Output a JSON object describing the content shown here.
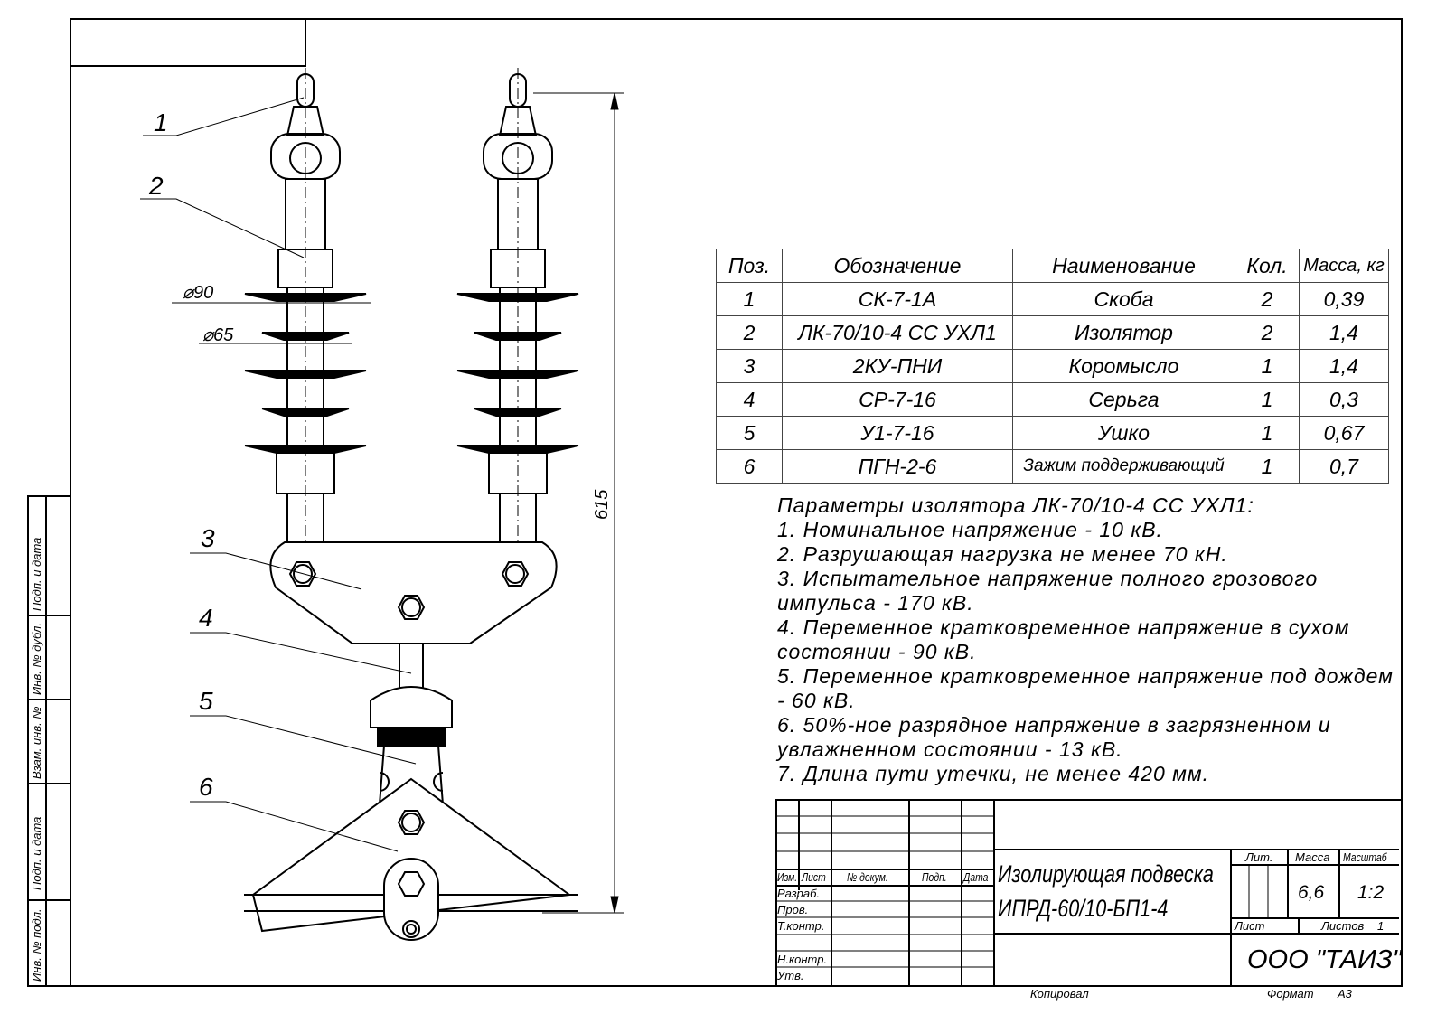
{
  "spec_table": {
    "headers": [
      "Поз.",
      "Обозначение",
      "Наименование",
      "Кол.",
      "Масса, кг"
    ],
    "rows": [
      [
        "1",
        "СК-7-1А",
        "Скоба",
        "2",
        "0,39"
      ],
      [
        "2",
        "ЛК-70/10-4 СС УХЛ1",
        "Изолятор",
        "2",
        "1,4"
      ],
      [
        "3",
        "2КУ-ПНИ",
        "Коромысло",
        "1",
        "1,4"
      ],
      [
        "4",
        "СР-7-16",
        "Серьга",
        "1",
        "0,3"
      ],
      [
        "5",
        "У1-7-16",
        "Ушко",
        "1",
        "0,67"
      ],
      [
        "6",
        "ПГН-2-6",
        "Зажим поддерживающий",
        "1",
        "0,7"
      ]
    ]
  },
  "notes": [
    "Параметры изолятора ЛК-70/10-4 СС УХЛ1:",
    "1. Номинальное напряжение - 10 кВ.",
    "2. Разрушающая нагрузка не менее 70 кН.",
    "3. Испытательное напряжение полного грозового",
    "импульса - 170 кВ.",
    "4. Переменное кратковременное напряжение  в сухом",
    "состоянии - 90 кВ.",
    "5. Переменное кратковременное напряжение под дождем",
    "- 60 кВ.",
    "6. 50%-ное разрядное напряжение в загрязненном и",
    "увлажненном состоянии - 13 кВ.",
    "7. Длина пути утечки, не менее 420 мм."
  ],
  "drawing": {
    "position_labels": [
      "1",
      "2",
      "3",
      "4",
      "5",
      "6"
    ],
    "dim_d90": "⌀90",
    "dim_d65": "⌀65",
    "dim_height": "615"
  },
  "title_block": {
    "col_headers": [
      "Изм.",
      "Лист",
      "№ докум.",
      "Подп.",
      "Дата"
    ],
    "roles": [
      "Разраб.",
      "Пров.",
      "Т.контр.",
      "Н.контр.",
      "Утв."
    ],
    "title_line1": "Изолирующая подвеска",
    "title_line2": "ИПРД-60/10-БП1-4",
    "lit_label": "Лит.",
    "mass_label": "Масса",
    "scale_label": "Масштаб",
    "mass_value": "6,6",
    "scale_value": "1:2",
    "sheet_label": "Лист",
    "sheets_label": "Листов",
    "sheets_value": "1",
    "company": "ООО \"ТАИЗ\"",
    "copied_label": "Копировал",
    "format_label": "Формат",
    "format_value": "А3"
  },
  "side_stamp": [
    "Подп. и дата",
    "Инв. № дубл.",
    "Взам. инв. №",
    "Подп. и дата",
    "Инв. № подл."
  ]
}
